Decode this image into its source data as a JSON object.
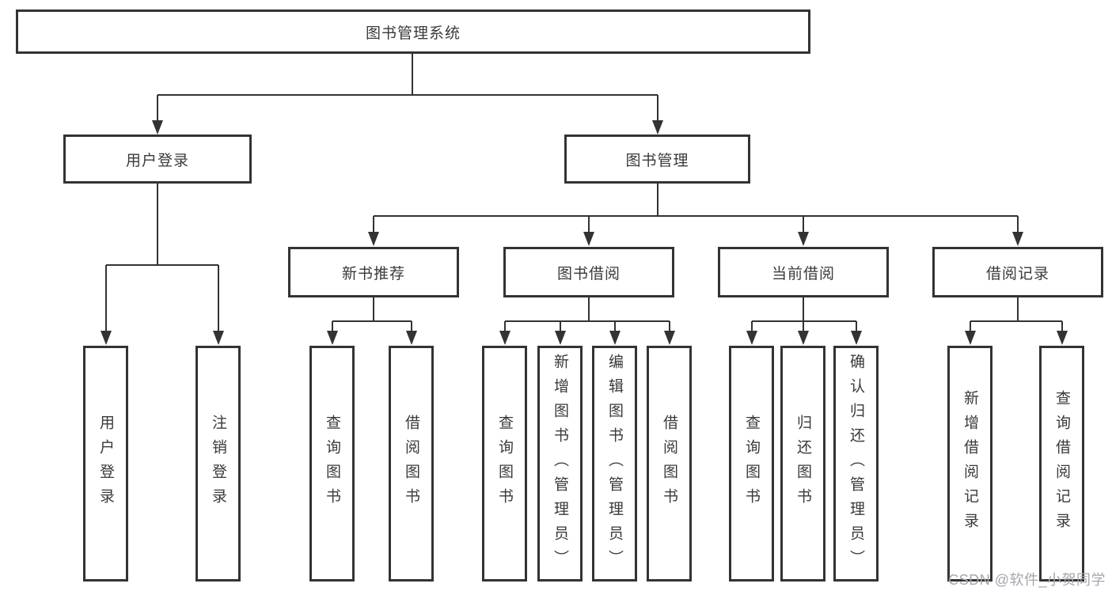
{
  "diagram": {
    "root": {
      "label": "图书管理系统"
    },
    "level2": [
      {
        "label": "用户登录"
      },
      {
        "label": "图书管理"
      }
    ],
    "level3": [
      {
        "label": "新书推荐"
      },
      {
        "label": "图书借阅"
      },
      {
        "label": "当前借阅"
      },
      {
        "label": "借阅记录"
      }
    ],
    "leaves": {
      "user_login": [
        "用户登录",
        "注销登录"
      ],
      "new_books": [
        "查询图书",
        "借阅图书"
      ],
      "book_borrow": [
        "查询图书",
        "新增图书（管理员）",
        "编辑图书（管理员）",
        "借阅图书"
      ],
      "current_borrow": [
        "查询图书",
        "归还图书",
        "确认归还（管理员）"
      ],
      "borrow_records": [
        "新增借阅记录",
        "查询借阅记录"
      ]
    }
  },
  "watermark": {
    "text": "CSDN @软件_小贺同学"
  },
  "colors": {
    "line": "#333333",
    "text": "#3a3a3a",
    "background": "#ffffff",
    "watermark": "#a5a5ad"
  }
}
